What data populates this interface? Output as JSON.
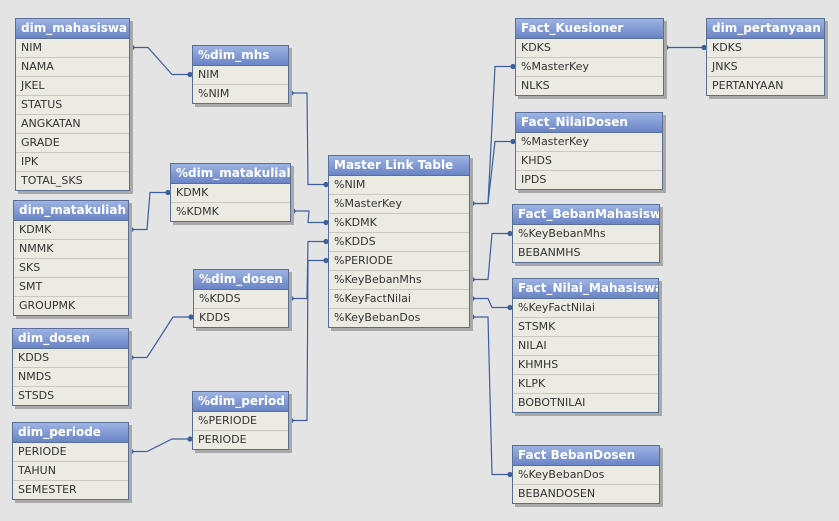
{
  "tables": [
    {
      "id": "dim_mahasiswa",
      "title": "dim_mahasiswa",
      "fields": [
        "NIM",
        "NAMA",
        "JKEL",
        "STATUS",
        "ANGKATAN",
        "GRADE",
        "IPK",
        "TOTAL_SKS"
      ]
    },
    {
      "id": "dim_mhs_key",
      "title": "%dim_mhs",
      "fields": [
        "NIM",
        "%NIM"
      ]
    },
    {
      "id": "dim_matakuliah_key",
      "title": "%dim_matakuliah",
      "fields": [
        "KDMK",
        "%KDMK"
      ]
    },
    {
      "id": "dim_matakuliah",
      "title": "dim_matakuliah",
      "fields": [
        "KDMK",
        "NMMK",
        "SKS",
        "SMT",
        "GROUPMK"
      ]
    },
    {
      "id": "dim_dosen_key",
      "title": "%dim_dosen",
      "fields": [
        "%KDDS",
        "KDDS"
      ]
    },
    {
      "id": "dim_dosen",
      "title": "dim_dosen",
      "fields": [
        "KDDS",
        "NMDS",
        "STSDS"
      ]
    },
    {
      "id": "dim_period_key",
      "title": "%dim_period",
      "fields": [
        "%PERIODE",
        "PERIODE"
      ]
    },
    {
      "id": "dim_periode",
      "title": "dim_periode",
      "fields": [
        "PERIODE",
        "TAHUN",
        "SEMESTER"
      ]
    },
    {
      "id": "master_link",
      "title": "Master Link Table",
      "fields": [
        "%NIM",
        "%MasterKey",
        "%KDMK",
        "%KDDS",
        "%PERIODE",
        "%KeyBebanMhs",
        "%KeyFactNilai",
        "%KeyBebanDos"
      ]
    },
    {
      "id": "fact_kuesioner",
      "title": "Fact_Kuesioner",
      "fields": [
        "KDKS",
        "%MasterKey",
        "NLKS"
      ]
    },
    {
      "id": "dim_pertanyaan",
      "title": "dim_pertanyaan",
      "fields": [
        "KDKS",
        "JNKS",
        "PERTANYAAN"
      ]
    },
    {
      "id": "fact_nilaidosen",
      "title": "Fact_NilaiDosen",
      "fields": [
        "%MasterKey",
        "KHDS",
        "IPDS"
      ]
    },
    {
      "id": "fact_bebanmahasiswa",
      "title": "Fact_BebanMahasiswa",
      "fields": [
        "%KeyBebanMhs",
        "BEBANMHS"
      ]
    },
    {
      "id": "fact_nilai_mahasiswa",
      "title": "Fact_Nilai_Mahasiswa",
      "fields": [
        "%KeyFactNilai",
        "STSMK",
        "NILAI",
        "KHMHS",
        "KLPK",
        "BOBOTNILAI"
      ]
    },
    {
      "id": "fact_bebandosen",
      "title": "Fact BebanDosen",
      "fields": [
        "%KeyBebanDos",
        "BEBANDOSEN"
      ]
    }
  ],
  "links": [
    {
      "from": "dim_mahasiswa.NIM",
      "to": "dim_mhs_key.NIM"
    },
    {
      "from": "dim_mhs_key.%NIM",
      "to": "master_link.%NIM"
    },
    {
      "from": "dim_matakuliah.KDMK",
      "to": "dim_matakuliah_key.KDMK"
    },
    {
      "from": "dim_matakuliah_key.%KDMK",
      "to": "master_link.%KDMK"
    },
    {
      "from": "dim_dosen.KDDS",
      "to": "dim_dosen_key.KDDS"
    },
    {
      "from": "dim_dosen_key.%KDDS",
      "to": "master_link.%KDDS"
    },
    {
      "from": "dim_periode.PERIODE",
      "to": "dim_period_key.PERIODE"
    },
    {
      "from": "dim_period_key.%PERIODE",
      "to": "master_link.%PERIODE"
    },
    {
      "from": "master_link.%MasterKey",
      "to": "fact_kuesioner.%MasterKey"
    },
    {
      "from": "master_link.%MasterKey",
      "to": "fact_nilaidosen.%MasterKey"
    },
    {
      "from": "fact_kuesioner.KDKS",
      "to": "dim_pertanyaan.KDKS"
    },
    {
      "from": "master_link.%KeyBebanMhs",
      "to": "fact_bebanmahasiswa.%KeyBebanMhs"
    },
    {
      "from": "master_link.%KeyFactNilai",
      "to": "fact_nilai_mahasiswa.%KeyFactNilai"
    },
    {
      "from": "master_link.%KeyBebanDos",
      "to": "fact_bebandosen.%KeyBebanDos"
    }
  ],
  "colors": {
    "header": "#6a84c6",
    "wire": "#3d5f9e",
    "body": "#ebebe3"
  }
}
